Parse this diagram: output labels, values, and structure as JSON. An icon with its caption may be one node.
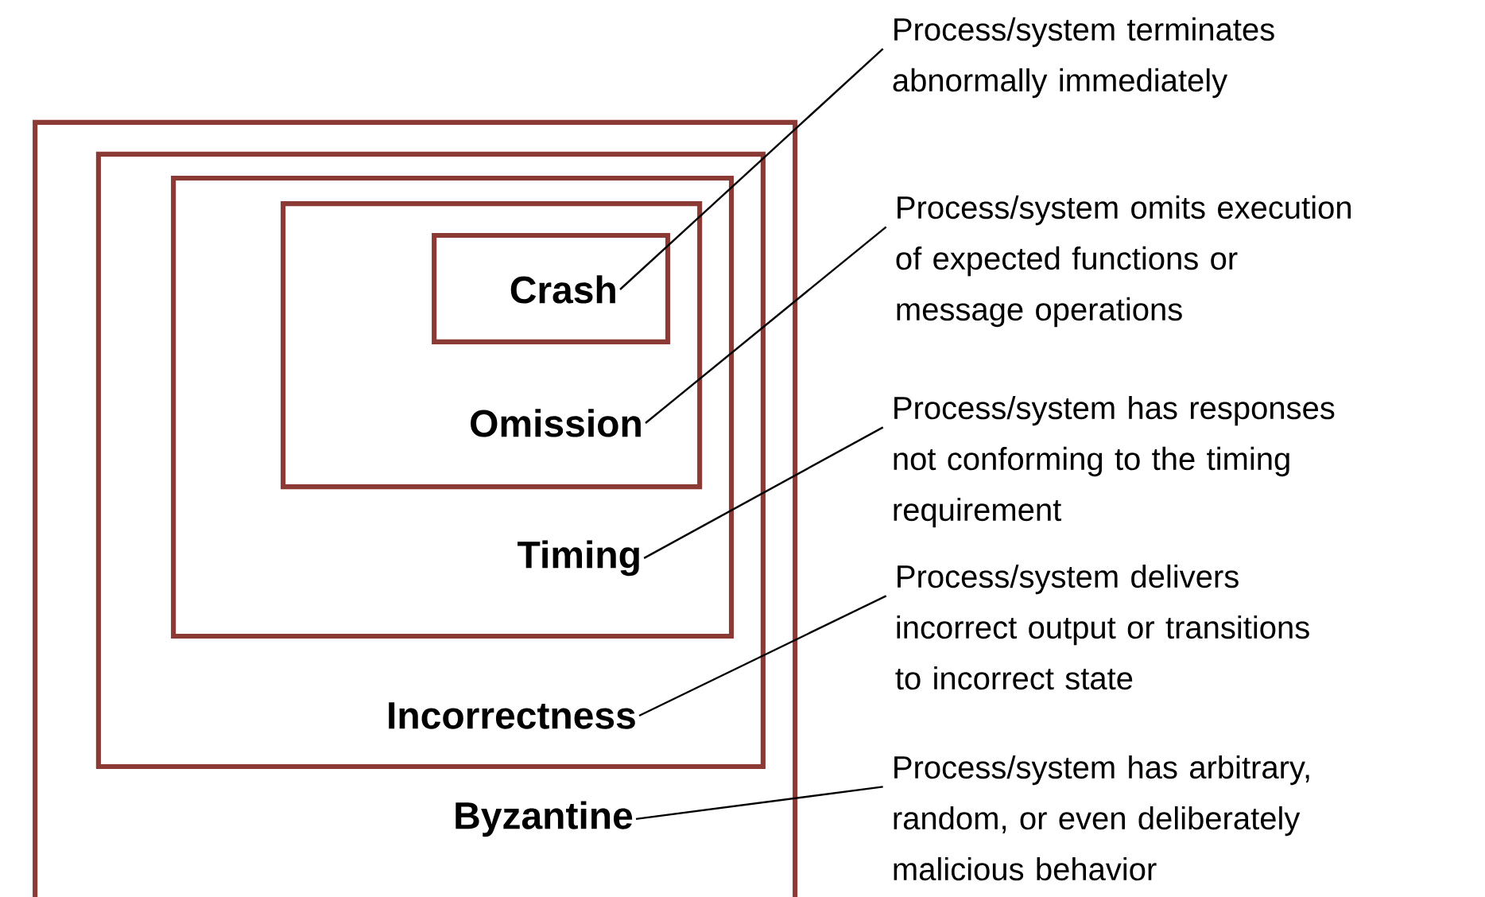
{
  "diagram": {
    "nodes": [
      {
        "text": [
          "Byzantine"
        ]
      },
      {
        "text": [
          "Incorrectness"
        ],
        "in": 0
      },
      {
        "text": [
          "Timing"
        ],
        "in": 1
      },
      {
        "text": [
          "Omission"
        ],
        "in": 2
      },
      {
        "text": [
          "Crash"
        ],
        "in": 3
      },
      {
        "text": [
          "Process/system terminates abnormally immediately"
        ]
      },
      {
        "text": [
          "Process/system omits execution of expected functions or message operations"
        ]
      },
      {
        "text": [
          "Process/system has responses not conforming to the timing requirement"
        ]
      },
      {
        "text": [
          "Process/system delivers incorrect output or transitions to incorrect state"
        ]
      },
      {
        "text": [
          "Process/system has arbitrary, random, or even deliberately malicious behavior"
        ]
      }
    ],
    "edges": [
      {
        "from": 5,
        "to": 4,
        "arrow": "none"
      },
      {
        "from": 6,
        "to": 3,
        "arrow": "none"
      },
      {
        "from": 7,
        "to": 2,
        "arrow": "none"
      },
      {
        "from": 8,
        "to": 1,
        "arrow": "none"
      },
      {
        "from": 9,
        "to": 0,
        "arrow": "none"
      }
    ]
  }
}
